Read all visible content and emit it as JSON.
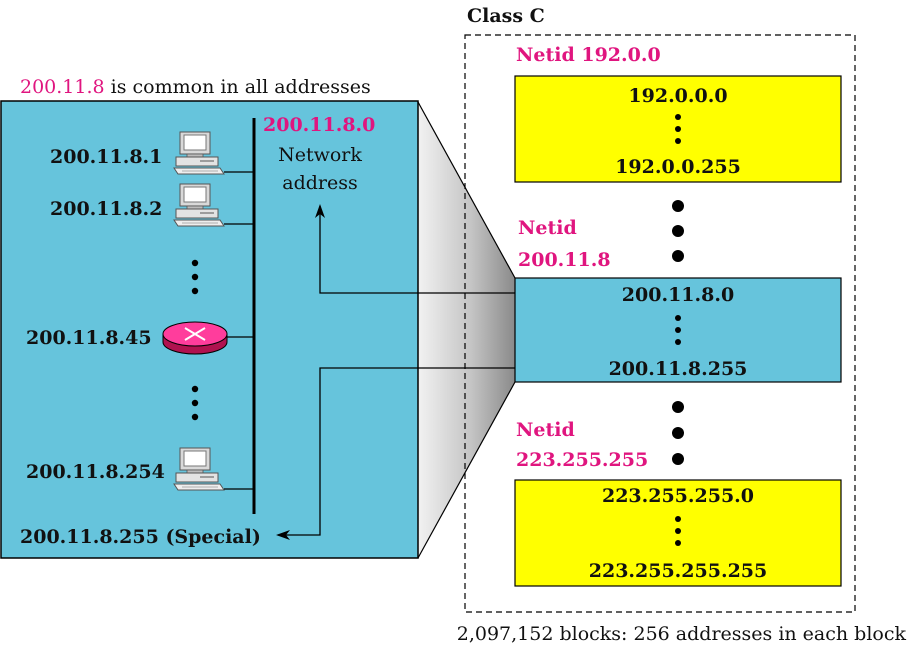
{
  "colors": {
    "network_fill": "#66c4dc",
    "block_fill": "#ffff00",
    "accent": "#e0157f",
    "router": "#ff3d9c",
    "line": "#000000"
  },
  "left": {
    "common_prefix": "200.11.8",
    "common_suffix": " is common in all addresses",
    "network_addr": "200.11.8.0",
    "network_label_1": "Network",
    "network_label_2": "address",
    "hosts": [
      {
        "addr": "200.11.8.1",
        "icon": "computer-icon"
      },
      {
        "addr": "200.11.8.2",
        "icon": "computer-icon"
      },
      {
        "addr": "200.11.8.45",
        "icon": "router-icon"
      },
      {
        "addr": "200.11.8.254",
        "icon": "computer-icon"
      }
    ],
    "special": "200.11.8.255 (Special)"
  },
  "right": {
    "class_title": "Class C",
    "blocks": [
      {
        "netid_label": "Netid 192.0.0",
        "first": "192.0.0.0",
        "last": "192.0.0.255"
      },
      {
        "netid_label_1": "Netid",
        "netid_label_2": "200.11.8",
        "first": "200.11.8.0",
        "last": "200.11.8.255"
      },
      {
        "netid_label_1": "Netid",
        "netid_label_2": "223.255.255",
        "first": "223.255.255.0",
        "last": "223.255.255.255"
      }
    ],
    "footer": "2,097,152 blocks: 256 addresses in each block"
  }
}
